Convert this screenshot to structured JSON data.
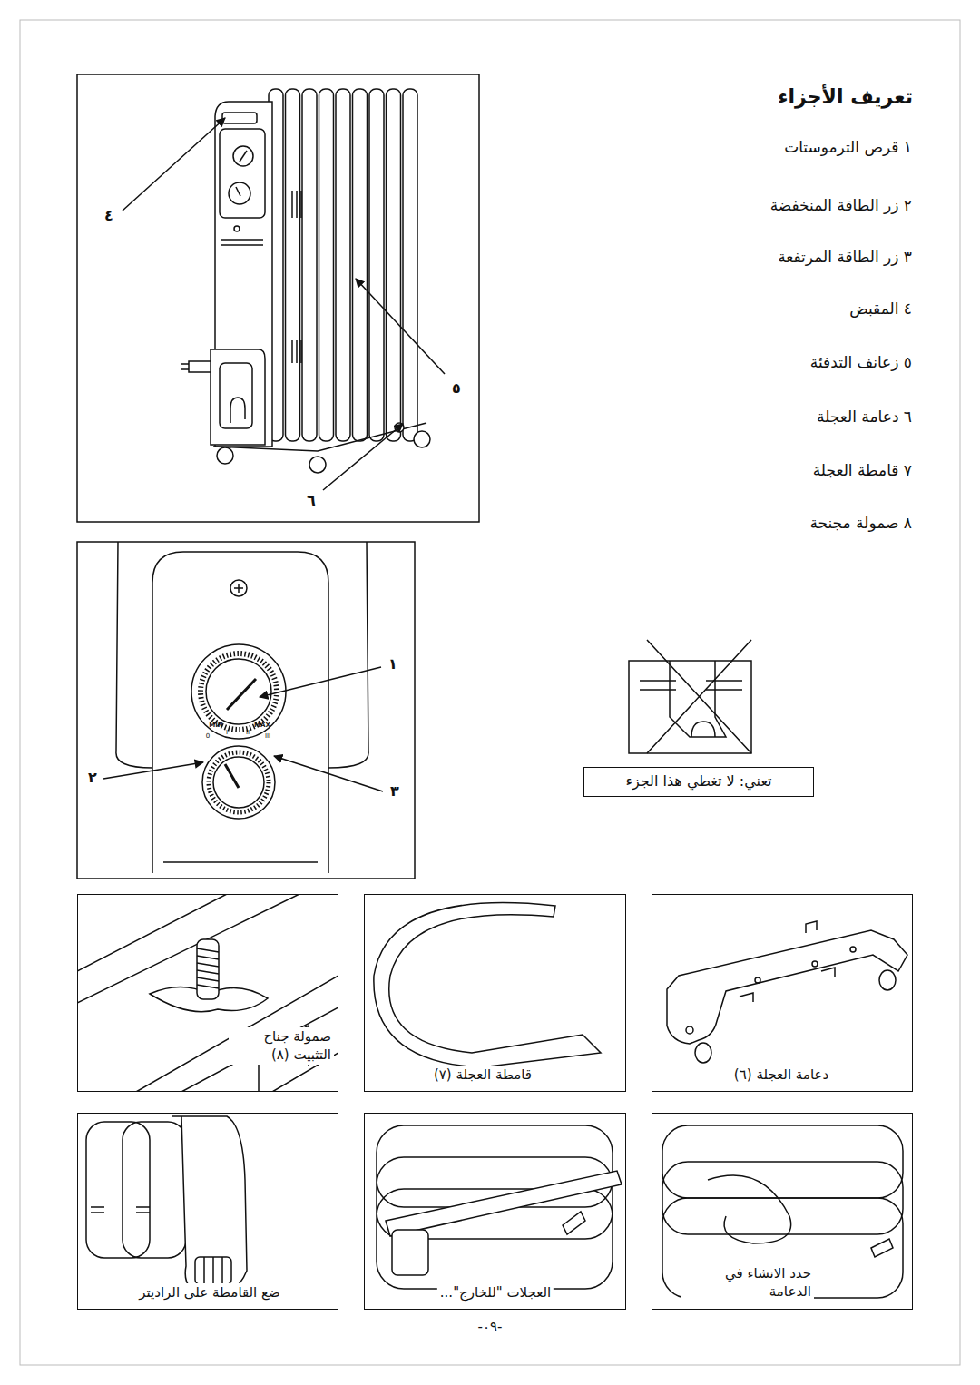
{
  "diagram": {
    "title": "تعريف الأجزاء",
    "nodes": [
      {
        "text": [
          "تعني: لا تغطي هذا الجزء"
        ]
      },
      {
        "text": [
          "دعامة العجلة (٦)"
        ]
      },
      {
        "text": [
          "قامطة العجلة (٧)"
        ]
      },
      {
        "text": [
          "صمولة جناح التثبيت (٨)"
        ]
      },
      {
        "text": [
          "حدد الانشاء في الدعامة"
        ]
      },
      {
        "text": [
          "العجلات \"للخارج\"..."
        ]
      },
      {
        "text": [
          "ضع القامطة على الراديتر"
        ]
      }
    ],
    "labels": [
      "١ قرص الترموستات",
      "٢ زر الطاقة المنخفضة",
      "٣ زر الطاقة المرتفعة",
      "٤ المقبض",
      "٥ زعانف التدفئة",
      "٦ دعامة العجلة",
      "٧ قامطة العجلة",
      "٨ صمولة مجنحة",
      "٤",
      "٥",
      "٦",
      "١",
      "٢",
      "٣",
      "MIN",
      "MAX",
      "0",
      "I",
      "II",
      "III",
      "-٠٩-"
    ]
  }
}
